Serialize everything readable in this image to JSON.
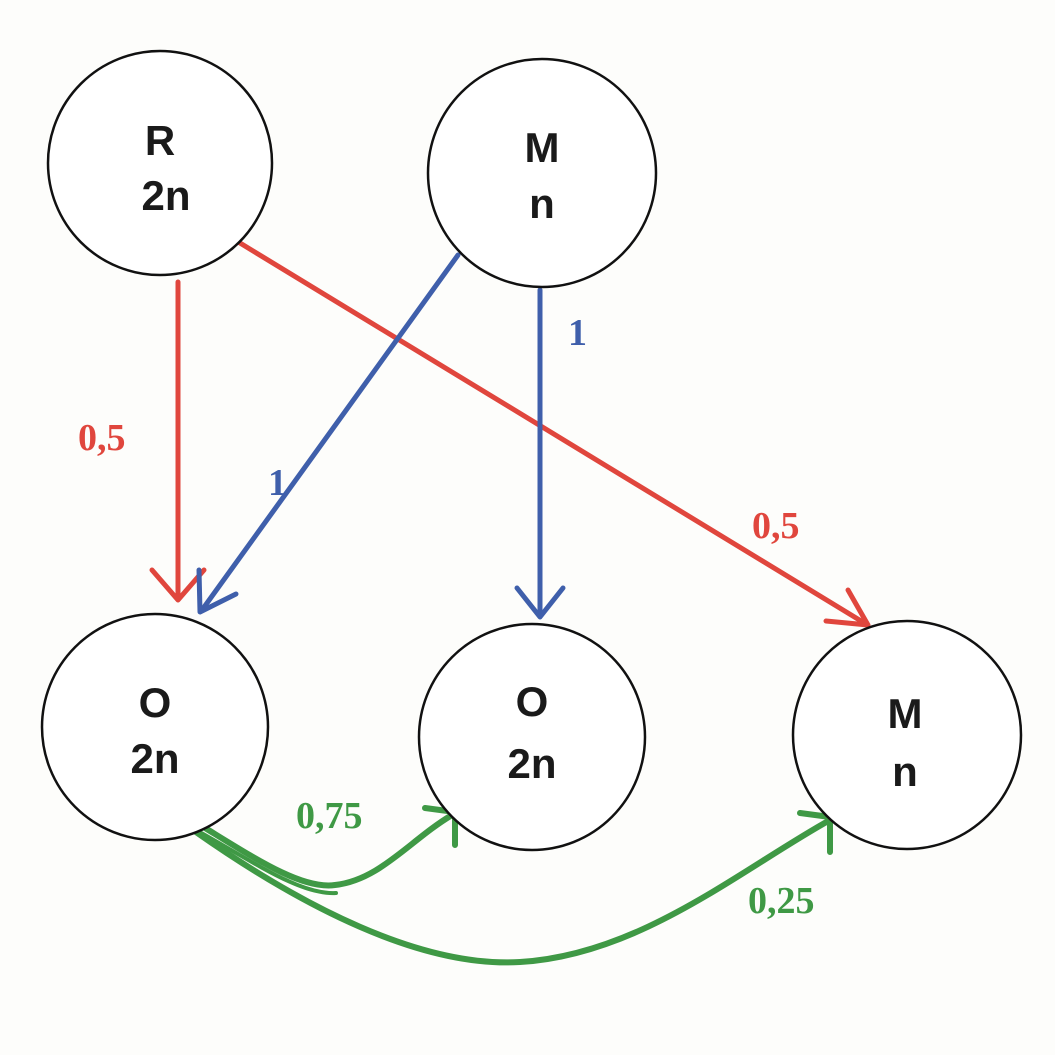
{
  "colors": {
    "red": "#e0463d",
    "blue": "#3f5fab",
    "green": "#3f9945",
    "node_stroke": "#111111",
    "text": "#1a1a1a"
  },
  "nodes": [
    {
      "id": "R",
      "line1": "R",
      "line2": "2n"
    },
    {
      "id": "M_top",
      "line1": "M",
      "line2": "n"
    },
    {
      "id": "O_left",
      "line1": "O",
      "line2": "2n"
    },
    {
      "id": "O_mid",
      "line1": "O",
      "line2": "2n"
    },
    {
      "id": "M_bottom",
      "line1": "M",
      "line2": "n"
    }
  ],
  "edges": [
    {
      "id": "r-to-oleft",
      "from": "R",
      "to": "O_left",
      "color": "red",
      "label": "0,5"
    },
    {
      "id": "r-to-mbottom",
      "from": "R",
      "to": "M_bottom",
      "color": "red",
      "label": "0,5"
    },
    {
      "id": "mtop-to-oleft",
      "from": "M_top",
      "to": "O_left",
      "color": "blue",
      "label": "1"
    },
    {
      "id": "mtop-to-omid",
      "from": "M_top",
      "to": "O_mid",
      "color": "blue",
      "label": "1"
    },
    {
      "id": "oleft-to-omid",
      "from": "O_left",
      "to": "O_mid",
      "color": "green",
      "label": "0,75"
    },
    {
      "id": "oleft-to-mbottom",
      "from": "O_left",
      "to": "M_bottom",
      "color": "green",
      "label": "0,25"
    }
  ]
}
